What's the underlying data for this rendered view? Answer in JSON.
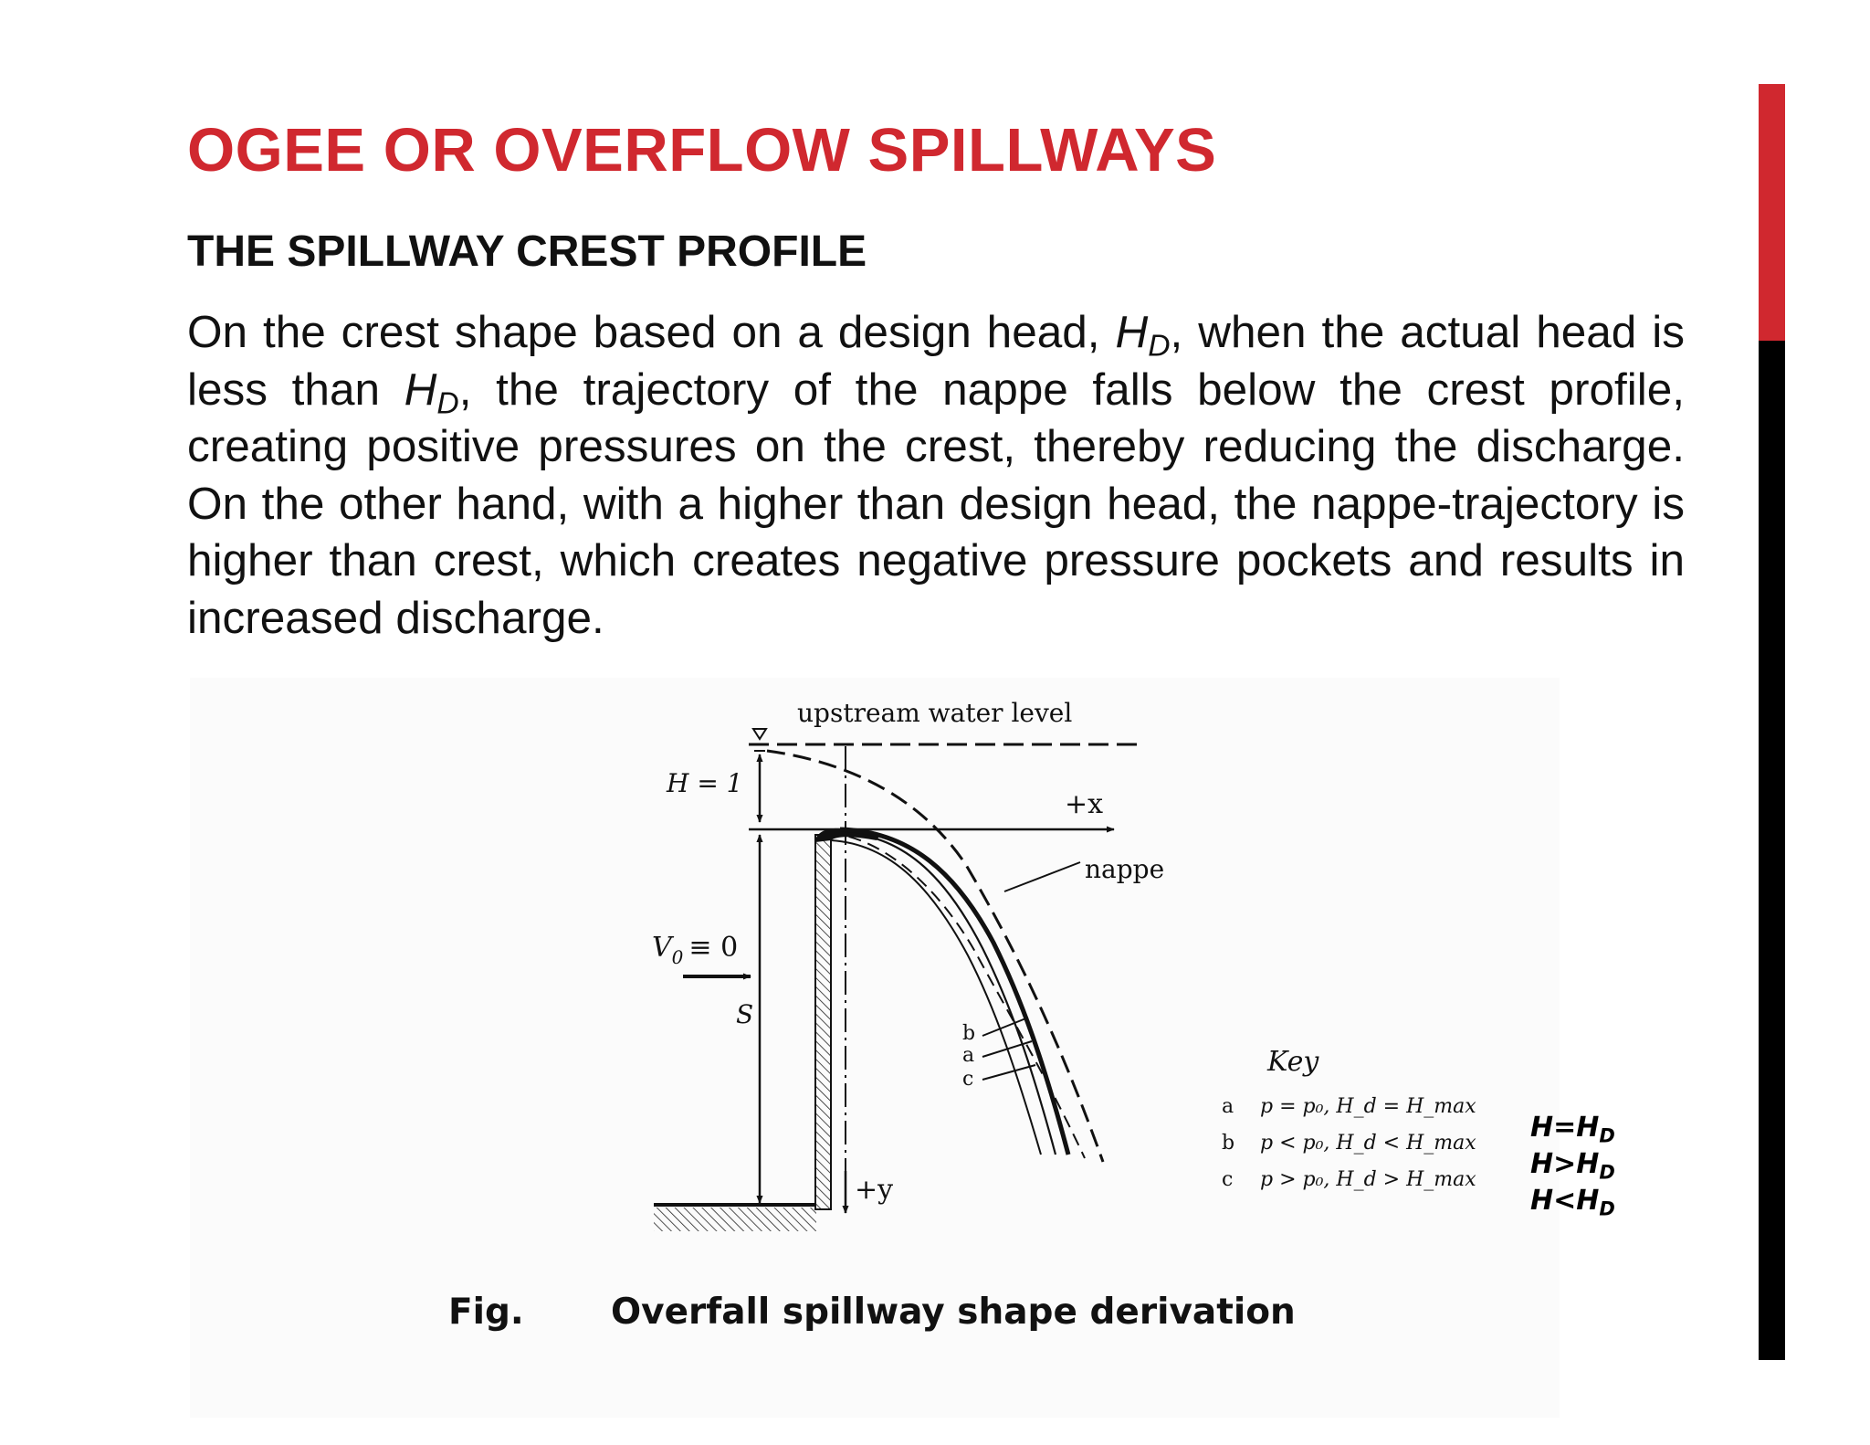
{
  "slide": {
    "title": "OGEE OR OVERFLOW SPILLWAYS",
    "heading": "THE SPILLWAY CREST PROFILE",
    "paragraph": {
      "p1": "On the crest shape based on a design head, ",
      "hd_symbol": "H",
      "hd_subscript": "D",
      "p2": ", when the actual head is less than ",
      "p3": ", the trajectory of the nappe falls below the crest profile, creating positive pressures on the crest, thereby reducing the discharge. On the other hand, with a higher than design head, the nappe-trajectory is higher than crest, which creates negative pressure pockets and results in increased discharge."
    },
    "accent_colors": {
      "red": "#d0282f",
      "black": "#000000"
    }
  },
  "figure": {
    "upstream_label": "upstream water level",
    "h_label": "H = 1",
    "x_label": "+x",
    "y_label": "+y",
    "nappe_label": "nappe",
    "v0_label": "V",
    "v0_sub": "0",
    "v0_rest": "≡ 0",
    "s_label": "S",
    "curve_letters": [
      "b",
      "a",
      "c"
    ],
    "key_title": "Key",
    "key_rows": [
      {
        "letter": "a",
        "condition": "p = p₀, H_d = H_max",
        "case_main": "H=H",
        "case_sub": "D"
      },
      {
        "letter": "b",
        "condition": "p < p₀, H_d < H_max",
        "case_main": "H>H",
        "case_sub": "D"
      },
      {
        "letter": "c",
        "condition": "p > p₀, H_d > H_max",
        "case_main": "H<H",
        "case_sub": "D"
      }
    ],
    "caption_label": "Fig.",
    "caption_text": "Overfall spillway shape derivation"
  }
}
